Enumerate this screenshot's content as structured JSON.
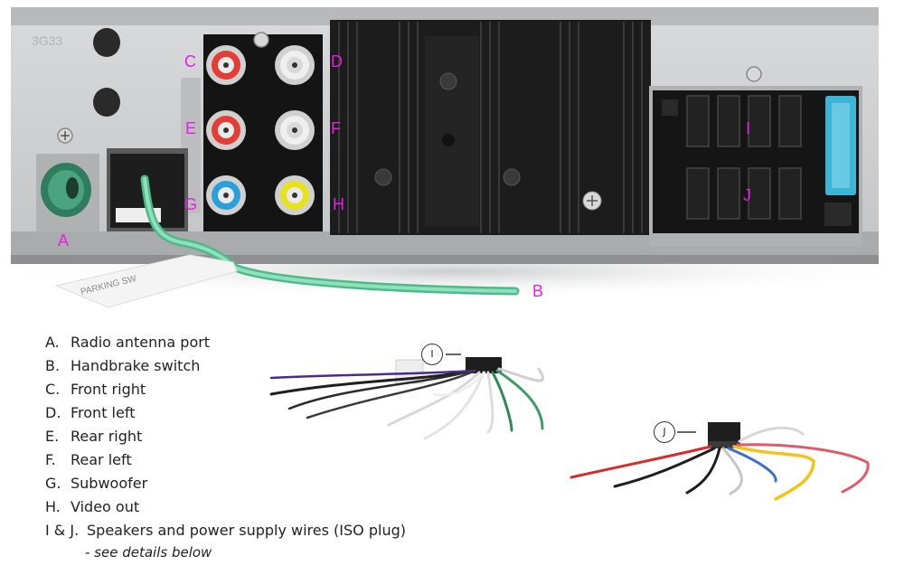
{
  "photo_labels": {
    "A": "A",
    "B": "B",
    "C": "C",
    "D": "D",
    "E": "E",
    "F": "F",
    "G": "G",
    "H": "H",
    "I": "I",
    "J": "J"
  },
  "tag_text": "PARKING SW",
  "embossed_code": "3G33",
  "legend": [
    {
      "key": "A.",
      "text": "Radio antenna port"
    },
    {
      "key": "B.",
      "text": "Handbrake switch"
    },
    {
      "key": "C.",
      "text": "Front right"
    },
    {
      "key": "D.",
      "text": "Front left"
    },
    {
      "key": "E.",
      "text": "Rear right"
    },
    {
      "key": "F.",
      "text": "Rear left"
    },
    {
      "key": "G.",
      "text": "Subwoofer"
    },
    {
      "key": "H.",
      "text": "Video out"
    },
    {
      "key": "I & J.",
      "text": "Speakers and power supply wires (ISO plug)"
    }
  ],
  "legend_note": "- see details below",
  "callouts": {
    "i": "I",
    "j": "J"
  },
  "colors": {
    "label_magenta": "#e61ee6",
    "chassis": "#cfd0d2",
    "heatsink": "#1c1c1c",
    "wire_green": "#5ec99a"
  }
}
